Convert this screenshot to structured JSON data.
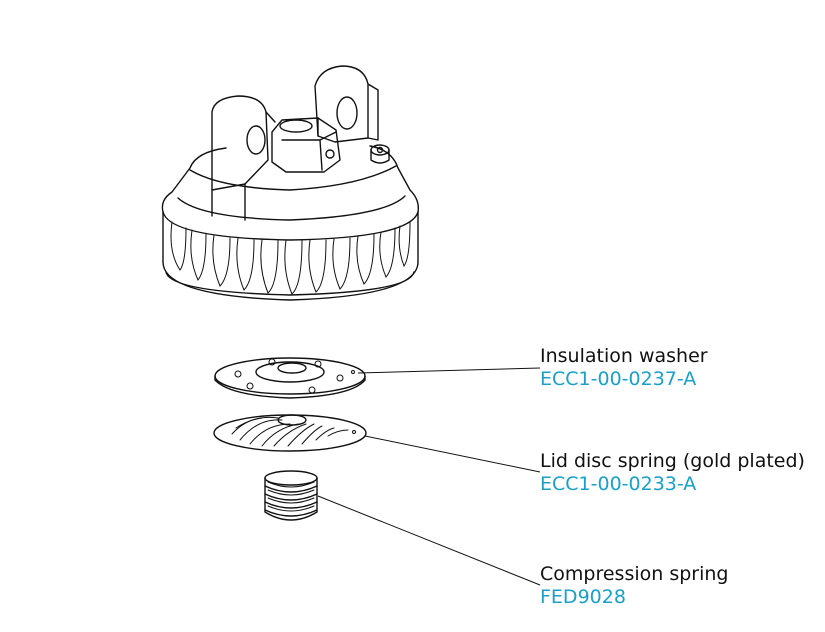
{
  "accent_color": "#1a9fc9",
  "parts": [
    {
      "name": "Insulation washer",
      "code": "ECC1-00-0237-A"
    },
    {
      "name": "Lid disc spring (gold plated)",
      "code": "ECC1-00-0233-A"
    },
    {
      "name": "Compression spring",
      "code": "FED9028"
    }
  ]
}
